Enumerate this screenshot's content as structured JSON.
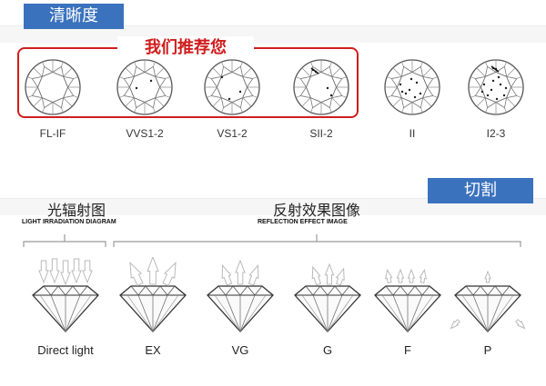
{
  "clarity": {
    "title": "清晰度",
    "recommend_label": "我们推荐您",
    "grades": [
      "FL-IF",
      "VVS1-2",
      "VS1-2",
      "SII-2",
      "II",
      "I2-3"
    ]
  },
  "cut": {
    "title": "切割",
    "light_diagram_title_zh": "光辐射图",
    "light_diagram_title_en": "LIGHT IRRADIATION DIAGRAM",
    "reflection_title_zh": "反射效果图像",
    "reflection_title_en": "REFLECTION EFFECT IMAGE",
    "grades": [
      "Direct light",
      "EX",
      "VG",
      "G",
      "F",
      "P"
    ]
  },
  "colors": {
    "tab_blue": "#3a72be",
    "highlight_red": "#cf1d1d",
    "arrow_gray": "#c9c9c9"
  },
  "icons": [
    "round-diamond-top-icon",
    "diamond-side-icon",
    "light-arrow-icon"
  ]
}
